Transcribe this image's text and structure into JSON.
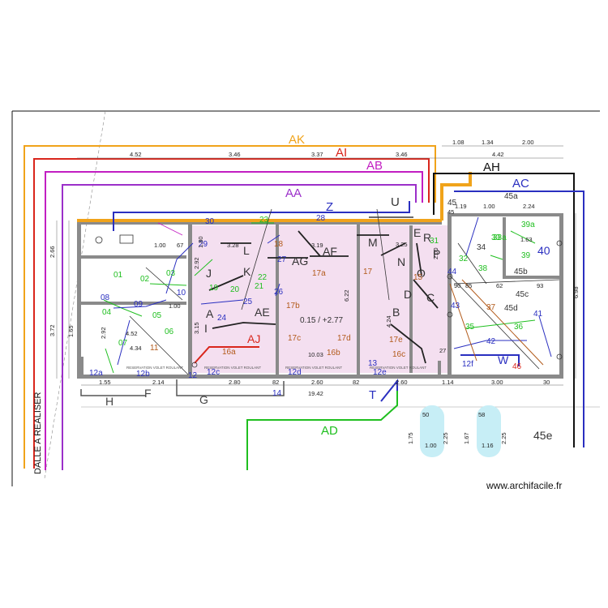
{
  "watermark": "www.archifacile.fr",
  "colors": {
    "orange": "#f0a31a",
    "red": "#d9261c",
    "magenta": "#c21ec2",
    "purple": "#9b2fc9",
    "blue": "#2a2fc0",
    "green": "#1fbf1f",
    "black": "#111111",
    "brown": "#b25a1a",
    "wall": "#8a8a8a",
    "fill_pink": "#f4dff0",
    "fill_cyan": "#c7eef6"
  },
  "circuit_letters": {
    "AK": "AK",
    "AI": "AI",
    "AB": "AB",
    "AA": "AA",
    "Z": "Z",
    "U": "U",
    "AH": "AH",
    "AC": "AC",
    "M": "M",
    "E": "E",
    "R": "R",
    "P": "P",
    "N": "N",
    "O": "O",
    "D": "D",
    "C": "C",
    "B": "B",
    "L": "L",
    "K": "K",
    "J": "J",
    "AG": "AG",
    "AF": "AF",
    "A": "A",
    "AE": "AE",
    "AJ": "AJ",
    "I": "I",
    "H": "H",
    "F": "F",
    "G": "G",
    "T": "T",
    "AD": "AD",
    "W": "W",
    "40": "40",
    "45e": "45e"
  },
  "point_labels": {
    "p30": "30",
    "p23": "23",
    "p28": "28",
    "p29": "29",
    "p27": "27",
    "p26": "26",
    "p22": "22",
    "p21": "21",
    "p20": "20",
    "p19": "19",
    "p25": "25",
    "p24": "24",
    "p18": "18",
    "p17": "17",
    "p17a": "17a",
    "p17b": "17b",
    "p17c": "17c",
    "p17d": "17d",
    "p17e": "17e",
    "p16a": "16a",
    "p16b": "16b",
    "p16c": "16c",
    "p15": "15",
    "p14": "14",
    "p13": "13",
    "p12": "12",
    "p12a": "12a",
    "p12b": "12b",
    "p12c": "12c",
    "p12d": "12d",
    "p12e": "12e",
    "p12f": "12f",
    "p11": "11",
    "p10": "10",
    "p09": "09",
    "p08": "08",
    "p07": "07",
    "p06": "06",
    "p05": "05",
    "p04": "04",
    "p03": "03",
    "p02": "02",
    "p01": "01",
    "p31": "31",
    "p32": "32",
    "p33": "33",
    "p33a": "33a",
    "p34": "34",
    "p35": "35",
    "p36": "36",
    "p37": "37",
    "p38": "38",
    "p39": "39",
    "p39a": "39a",
    "p41": "41",
    "p42": "42",
    "p43": "43",
    "p44": "44",
    "p45": "45",
    "p45a": "45a",
    "p45b": "45b",
    "p45c": "45c",
    "p45d": "45d",
    "p46": "46"
  },
  "dimensions": {
    "d452": "4.52",
    "d346a": "3.46",
    "d337": "3.37",
    "d346b": "3.46",
    "d108": "1.08",
    "d134": "1.34",
    "d200": "2.00",
    "d442": "4.42",
    "d119": "1.19",
    "d100a": "1.00",
    "d224": "2.24",
    "d266": "2.66",
    "d372": "3.72",
    "d100b": "1.00",
    "d67": "67",
    "d328": "3.28",
    "d319": "3.19",
    "d325": "3.25",
    "d292a": "2.92",
    "d292b": "2.92",
    "d452b": "4.52",
    "d434": "4.34",
    "d100c": "1.00",
    "d155": "1.55",
    "d214": "2.14",
    "d280": "2.80",
    "d82a": "82",
    "d260": "2.60",
    "d82b": "82",
    "d260b": "2.60",
    "d1942": "19.42",
    "d1003": "10.03",
    "d114": "1.14",
    "d300": "3.00",
    "d30": "30",
    "d698": "6.98",
    "d622": "6.22",
    "d424": "4.24",
    "d315": "3.15",
    "d175": "1.75",
    "d100d": "1.00",
    "d167": "1.67",
    "d116": "1.16",
    "d225": "2.25",
    "d225b": "2.25",
    "d50": "50",
    "d58": "58",
    "d85": "85",
    "d90": "90",
    "d93": "93",
    "d163": "1.63",
    "d200b": "2.00",
    "d180": "1.80",
    "d45": "45",
    "d27": "27",
    "d165": "1.65",
    "d62": "62"
  },
  "annotations": {
    "level": "0.15 / +2.77",
    "side_note": "DALLE A REALISER",
    "shutter_1": "RESERVATION VOLET ROULANT",
    "shutter_2": "RESERVATION VOLET ROULANT",
    "shutter_3": "RESERVATION VOLET ROULANT",
    "shutter_4": "RESERVATION VOLET ROULANT"
  }
}
